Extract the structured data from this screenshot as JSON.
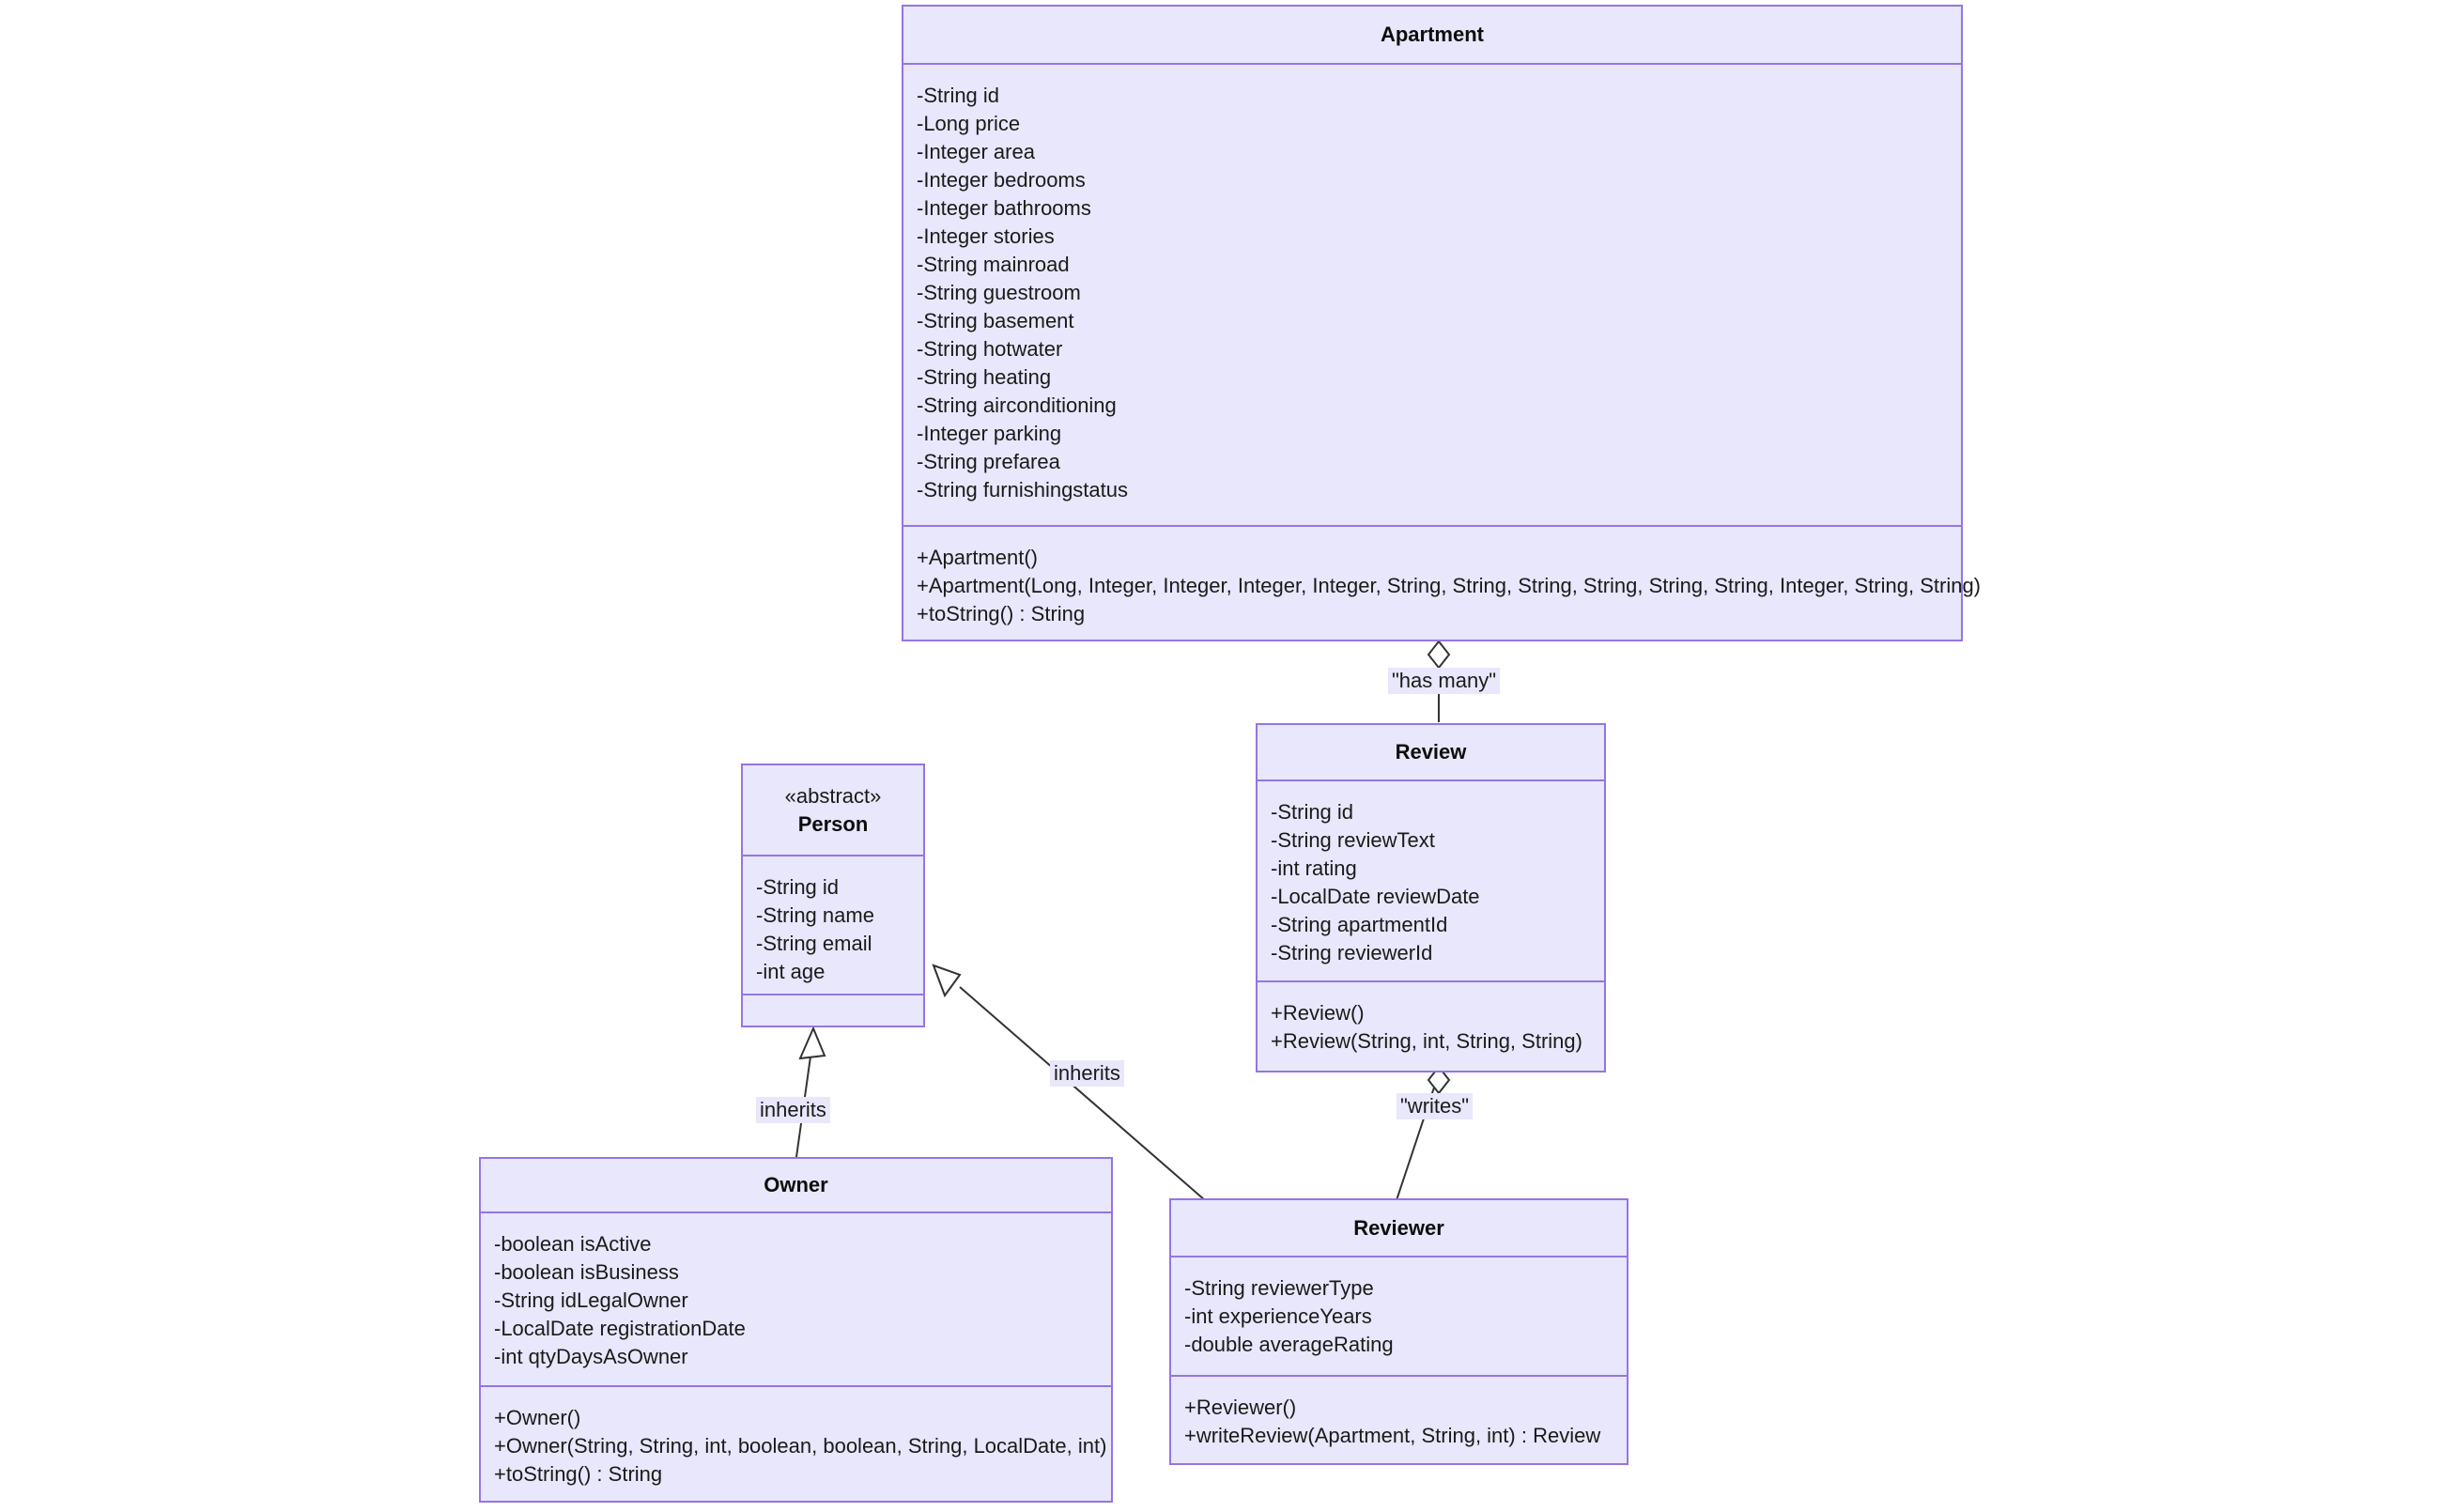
{
  "diagram": {
    "type": "uml-class-diagram",
    "colors": {
      "class_fill": "#e8e7fb",
      "class_border": "#9575e3",
      "connector": "#333333",
      "text": "#1a1a1a",
      "background": "#ffffff"
    }
  },
  "classes": {
    "apartment": {
      "name": "Apartment",
      "stereotype": "",
      "attributes": [
        "-String id",
        "-Long price",
        "-Integer area",
        "-Integer bedrooms",
        "-Integer bathrooms",
        "-Integer stories",
        "-String mainroad",
        "-String guestroom",
        "-String basement",
        "-String hotwater",
        "-String heating",
        "-String airconditioning",
        "-Integer parking",
        "-String prefarea",
        "-String furnishingstatus"
      ],
      "methods": [
        "+Apartment()",
        "+Apartment(Long, Integer, Integer, Integer, Integer, String, String, String, String, String, String, Integer, String, String)",
        "+toString() : String"
      ]
    },
    "review": {
      "name": "Review",
      "stereotype": "",
      "attributes": [
        "-String id",
        "-String reviewText",
        "-int rating",
        "-LocalDate reviewDate",
        "-String apartmentId",
        "-String reviewerId"
      ],
      "methods": [
        "+Review()",
        "+Review(String, int, String, String)"
      ]
    },
    "person": {
      "name": "Person",
      "stereotype": "«abstract»",
      "attributes": [
        "-String id",
        "-String name",
        "-String email",
        "-int age"
      ],
      "methods": []
    },
    "owner": {
      "name": "Owner",
      "stereotype": "",
      "attributes": [
        "-boolean isActive",
        "-boolean isBusiness",
        "-String idLegalOwner",
        "-LocalDate registrationDate",
        "-int qtyDaysAsOwner"
      ],
      "methods": [
        "+Owner()",
        "+Owner(String, String, int, boolean, boolean, String, LocalDate, int)",
        "+toString() : String"
      ]
    },
    "reviewer": {
      "name": "Reviewer",
      "stereotype": "",
      "attributes": [
        "-String reviewerType",
        "-int experienceYears",
        "-double averageRating"
      ],
      "methods": [
        "+Reviewer()",
        "+writeReview(Apartment, String, int) : Review"
      ]
    }
  },
  "relationships": [
    {
      "id": "apartment-has-many-review",
      "label": "\"has many\"",
      "kind": "aggregation",
      "from": "Apartment",
      "to": "Review"
    },
    {
      "id": "reviewer-writes-review",
      "label": "\"writes\"",
      "kind": "aggregation",
      "from": "Review",
      "to": "Reviewer"
    },
    {
      "id": "owner-inherits-person",
      "label": "inherits",
      "kind": "generalization",
      "from": "Owner",
      "to": "Person"
    },
    {
      "id": "reviewer-inherits-person",
      "label": "inherits",
      "kind": "generalization",
      "from": "Reviewer",
      "to": "Person"
    }
  ]
}
